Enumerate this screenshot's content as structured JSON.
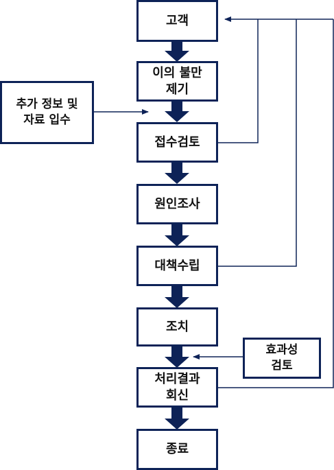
{
  "flow": {
    "customer": "고객",
    "complaint": "이의 불만\n제기",
    "review": "접수검토",
    "investigation": "원인조사",
    "planning": "대책수립",
    "action": "조치",
    "result_reply": "처리결과\n회신",
    "end": "종료"
  },
  "side": {
    "additional_info": "추가 정보 및\n자료 입수",
    "effectiveness": "효과성\n검토"
  },
  "colors": {
    "box_border": "#0d2257",
    "arrow": "#0d2257",
    "line": "#0d2257"
  }
}
